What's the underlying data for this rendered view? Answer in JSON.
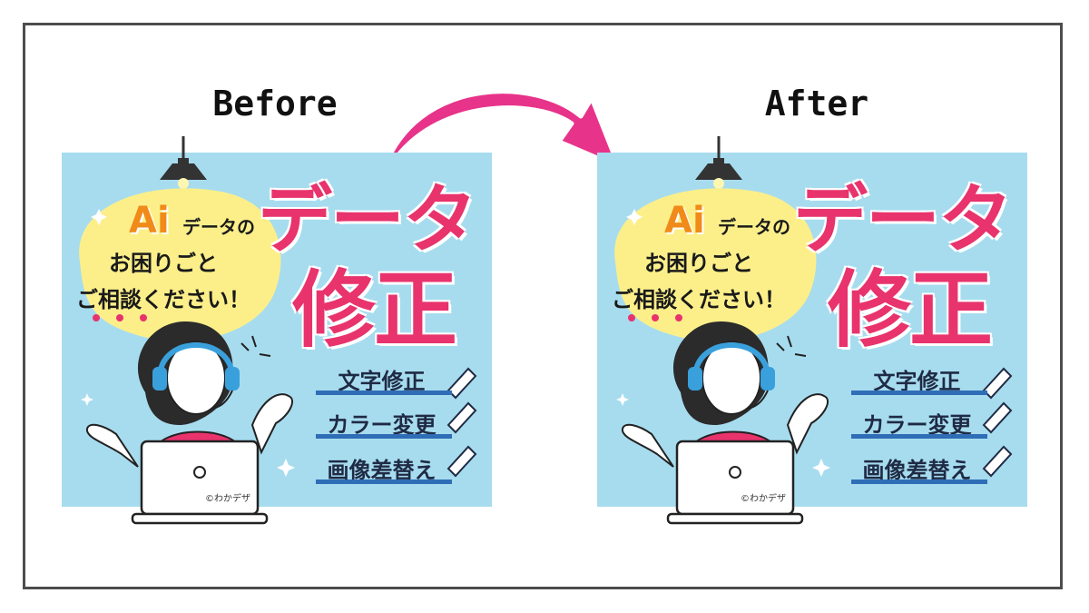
{
  "headings": {
    "before": "Before",
    "after": "After"
  },
  "panels": [
    {
      "id": "before",
      "ai": "Ai",
      "ai_suffix": "データの",
      "line1": "お困りごと",
      "line2": "ご相談ください！",
      "title_line1": "データ",
      "title_line2": "修正",
      "menu": [
        "文字修正",
        "カラー変更",
        "画像差替え"
      ],
      "credit": "©わかデザ"
    },
    {
      "id": "after",
      "ai": "Ai",
      "ai_suffix": "データの",
      "line1": "お困りごと",
      "line2": "ご相談ください！",
      "title_line1": "データ",
      "title_line2": "修正",
      "menu": [
        "文字修正",
        "カラー変更",
        "画像差替え"
      ],
      "credit": "©わかデザ"
    }
  ],
  "colors": {
    "panel_bg": "#a7dcef",
    "bubble": "#fcef8a",
    "accent_pink": "#e8336d",
    "arrow": "#e8338a",
    "ai_orange": "#f08a19",
    "underline_blue": "#2f6db6",
    "headset_blue": "#3aa0dc"
  },
  "icons": [
    "pendant-lamp-icon",
    "sparkle-icon",
    "pen-icon",
    "laptop-icon",
    "arrow-icon"
  ]
}
